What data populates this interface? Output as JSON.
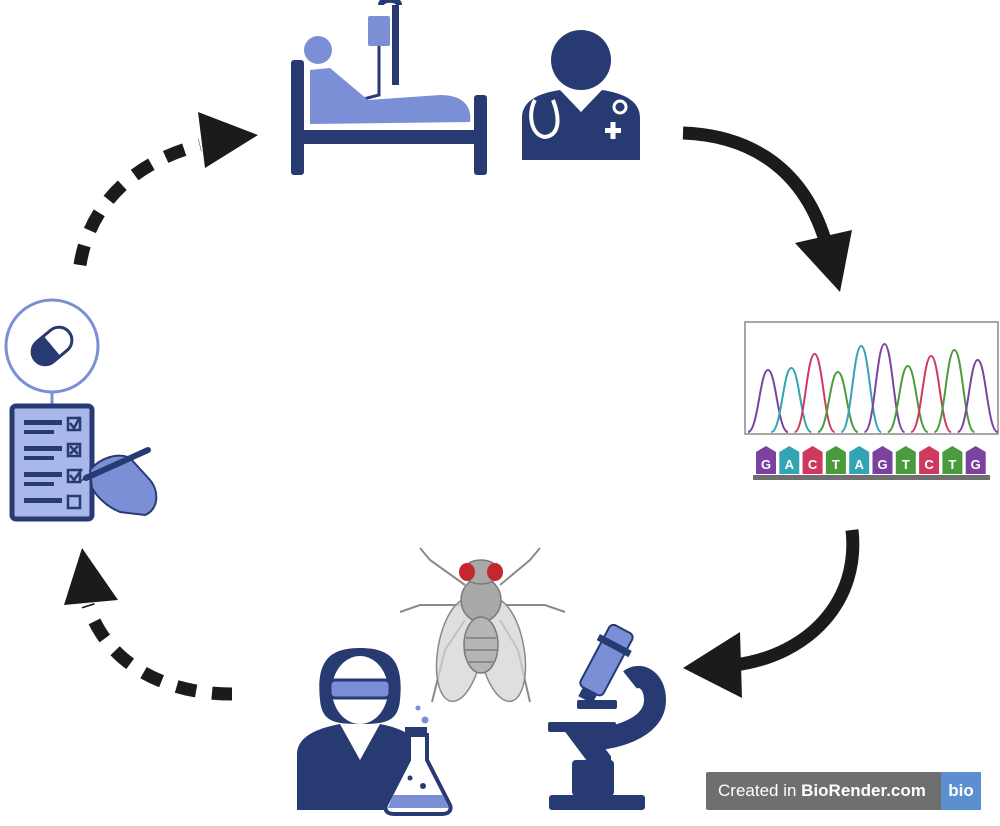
{
  "diagram": {
    "colors": {
      "navy": "#283a72",
      "mid_blue": "#7b8fd6",
      "light_blue": "#a9b8ea",
      "arrow": "#1b1b1b",
      "fly_body": "#b5b5b5",
      "fly_eye": "#c4282c"
    },
    "nodes": [
      {
        "id": "patient",
        "icon": "patient-in-bed-icon"
      },
      {
        "id": "doctor",
        "icon": "doctor-icon"
      },
      {
        "id": "sequencing",
        "icon": "dna-sequencing-chromatogram-icon"
      },
      {
        "id": "fruit-fly",
        "icon": "fruit-fly-icon"
      },
      {
        "id": "scientist",
        "icon": "scientist-with-flask-icon"
      },
      {
        "id": "microscope",
        "icon": "microscope-icon"
      },
      {
        "id": "drug-trial",
        "icon": "pill-checklist-icon"
      }
    ],
    "sequence_bases": [
      "G",
      "A",
      "C",
      "T",
      "A",
      "G",
      "T",
      "C",
      "T",
      "G"
    ],
    "base_colors": {
      "A": "#34a3b4",
      "C": "#cd3a5e",
      "G": "#7c42a0",
      "T": "#4a9b3c"
    },
    "edges": [
      {
        "from": "doctor",
        "to": "sequencing",
        "style": "solid"
      },
      {
        "from": "sequencing",
        "to": "microscope",
        "style": "solid"
      },
      {
        "from": "scientist",
        "to": "drug-trial",
        "style": "dashed"
      },
      {
        "from": "drug-trial",
        "to": "patient",
        "style": "dashed"
      }
    ]
  },
  "watermark": {
    "prefix": "Created in ",
    "brand": "BioRender.com",
    "logo": "bio"
  }
}
